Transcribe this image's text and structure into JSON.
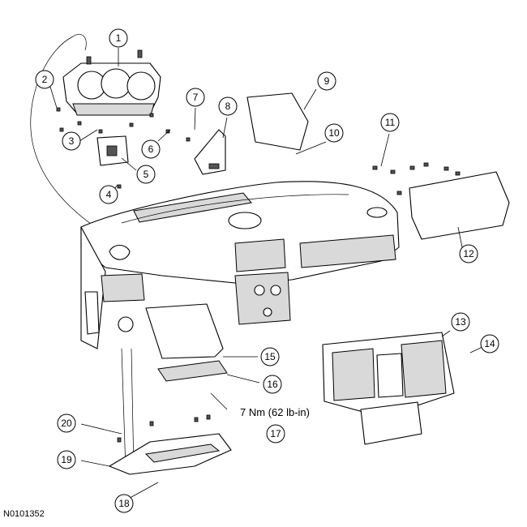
{
  "diagram": {
    "document_id": "N0101352",
    "torque_spec": "7 Nm (62 lb-in)",
    "callouts": [
      {
        "number": "1"
      },
      {
        "number": "2"
      },
      {
        "number": "3"
      },
      {
        "number": "4"
      },
      {
        "number": "5"
      },
      {
        "number": "6"
      },
      {
        "number": "7"
      },
      {
        "number": "8"
      },
      {
        "number": "9"
      },
      {
        "number": "10"
      },
      {
        "number": "11"
      },
      {
        "number": "12"
      },
      {
        "number": "13"
      },
      {
        "number": "14"
      },
      {
        "number": "15"
      },
      {
        "number": "16"
      },
      {
        "number": "17"
      },
      {
        "number": "18"
      },
      {
        "number": "19"
      },
      {
        "number": "20"
      }
    ]
  }
}
